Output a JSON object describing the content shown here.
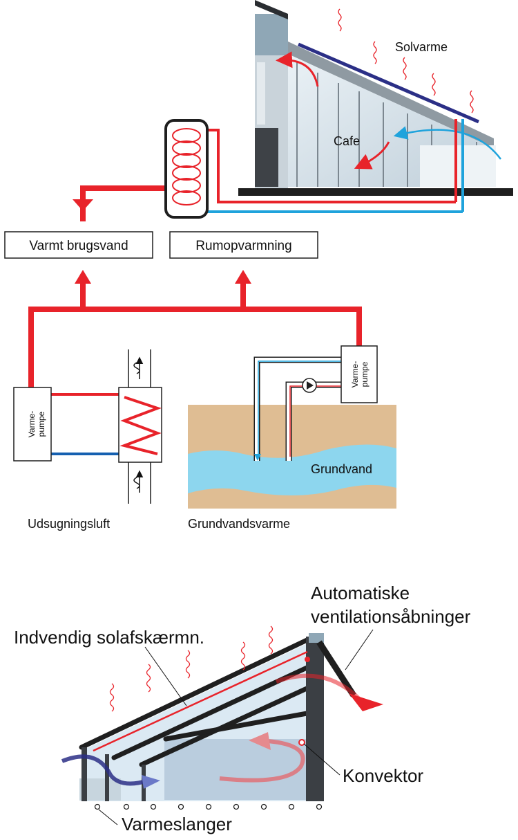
{
  "colors": {
    "hot": "#e8232a",
    "cold": "#1fa3dc",
    "cold_dark": "#1560b0",
    "panel": "#2b2f86",
    "earth": "#dfbd93",
    "water": "#8dd6ee",
    "frame": "#1f1f1f",
    "glass": "#d6e6ef"
  },
  "upper": {
    "solar_heat": "Solvarme",
    "cafe": "Cafe",
    "hot_water": "Varmt brugsvand",
    "space_heating": "Rumopvarmning",
    "heat_pump_left": "Varme-\npumpe",
    "heat_pump_right": "Varme-\npumpe",
    "groundwater": "Grundvand",
    "exhaust_air": "Udsugningsluft",
    "groundwater_heat": "Grundvandsvarme"
  },
  "lower": {
    "auto_vents_line1": "Automatiske",
    "auto_vents_line2": "ventilationsåbninger",
    "interior_shade": "Indvendig solafskærmn.",
    "convector": "Konvektor",
    "heating_coils": "Varmeslanger"
  }
}
